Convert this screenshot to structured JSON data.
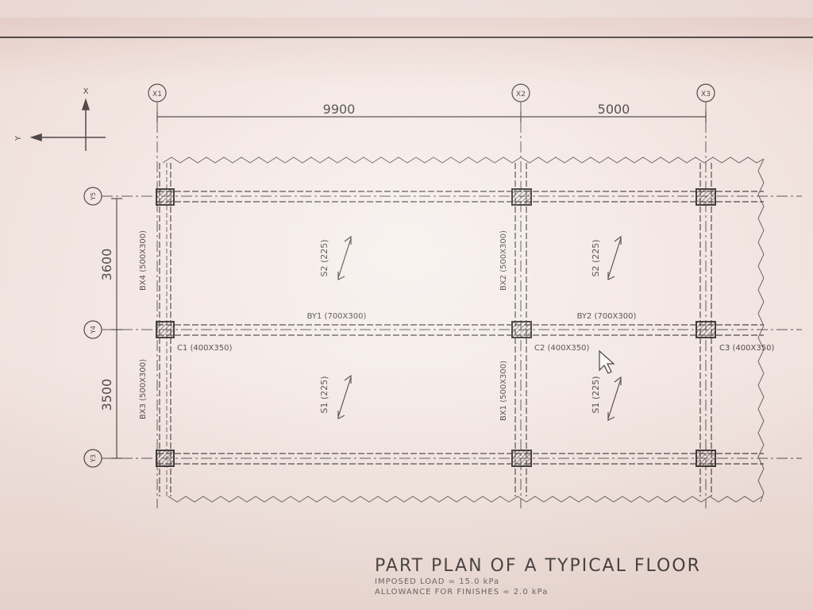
{
  "grid": {
    "x_lines": [
      "X1",
      "X2",
      "X3"
    ],
    "y_lines": [
      "Y5",
      "Y4",
      "Y3"
    ]
  },
  "axes": {
    "x_label": "X",
    "y_label": "Y"
  },
  "dimensions": {
    "x_spans": [
      "9900",
      "5000"
    ],
    "y_spans": [
      "3600",
      "3500"
    ]
  },
  "beams": {
    "bx4": "BX4 (500X300)",
    "bx3": "BX3 (500X300)",
    "bx2": "BX2 (500X300)",
    "bx1": "BX1 (500X300)",
    "by1": "BY1 (700X300)",
    "by2": "BY2 (700X300)"
  },
  "columns": {
    "c1": "C1 (400X350)",
    "c2": "C2 (400X350)",
    "c3": "C3 (400X350)"
  },
  "slabs": {
    "s2_left": "S2 (225)",
    "s2_right": "S2 (225)",
    "s1_left": "S1 (225)",
    "s1_right": "S1 (225)"
  },
  "title": "PART PLAN OF A TYPICAL FLOOR",
  "notes": {
    "imposed_load": "IMPOSED LOAD = 15.0 kPa",
    "finishes": "ALLOWANCE FOR FINISHES = 2.0 kPa"
  },
  "colors": {
    "ink": "#2e2e2e",
    "background": "#f6ece8"
  }
}
